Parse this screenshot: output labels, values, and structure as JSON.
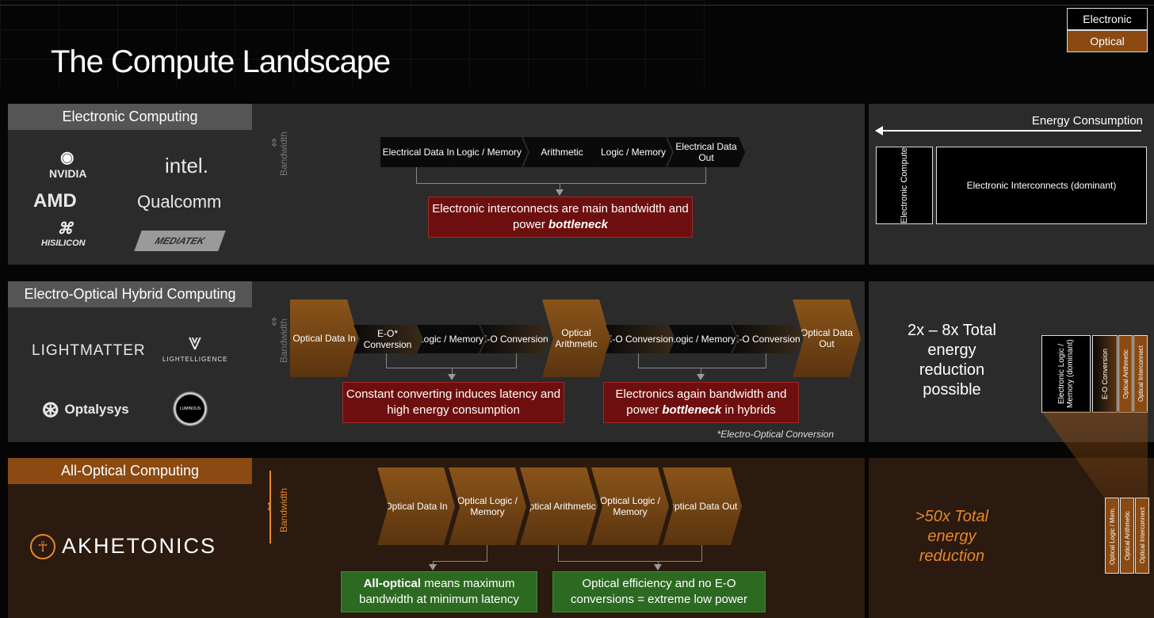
{
  "title": "The Compute Landscape",
  "legend": {
    "electronic": "Electronic",
    "optical": "Optical"
  },
  "colors": {
    "accent_orange": "#8a4a12",
    "red_note": "#6e0f0f",
    "green_note": "#2c6a22"
  },
  "bandwidth_label": "Bandwidth",
  "electronic": {
    "label": "Electronic Computing",
    "logos": [
      "NVIDIA",
      "intel.",
      "AMD",
      "Qualcomm",
      "HISILICON",
      "MEDIATEK"
    ],
    "pipeline": [
      "Electrical Data In",
      "Logic / Memory",
      "Arithmetic",
      "Logic / Memory",
      "Electrical Data Out"
    ],
    "note_pre": "Electronic interconnects are main bandwidth and power ",
    "note_em": "bottleneck"
  },
  "hybrid": {
    "label": "Electro-Optical Hybrid Computing",
    "logos": [
      "LIGHTMATTER",
      "LIGHTELLIGENCE",
      "Optalysys",
      "LUMINOUS"
    ],
    "pipeline": [
      "Optical Data In",
      "E-O* Conversion",
      "Logic / Memory",
      "E-O Conversion",
      "Optical Arithmetic",
      "E-O Conversion",
      "Logic / Memory",
      "E-O Conversion",
      "Optical Data Out"
    ],
    "note1": "Constant converting induces latency and high energy consumption",
    "note2_pre": "Electronics again bandwidth and power ",
    "note2_em": "bottleneck",
    "note2_post": " in hybrids",
    "footnote": "*Electro-Optical Conversion"
  },
  "optical": {
    "label": "All-Optical Computing",
    "logo": "AKHETONICS",
    "pipeline": [
      "Optical Data In",
      "Optical Logic / Memory",
      "Optical Arithmetic",
      "Optical Logic / Memory",
      "Optical Data Out"
    ],
    "note1_strong": "All-optical",
    "note1_rest": " means maximum bandwidth at minimum latency",
    "note2": "Optical efficiency and no E-O conversions = extreme low power"
  },
  "energy": {
    "header": "Energy Consumption",
    "electronic_compute": "Electronic Compute",
    "electronic_interconnects": "Electronic Interconnects (dominant)",
    "hybrid_text": "2x – 8x Total energy reduction possible",
    "hybrid_bars": [
      "Electronic Logic / Memory (dominant)",
      "E-O Conversion",
      "Optical Arithmetic",
      "Optical Interconnect"
    ],
    "optical_text": ">50x Total energy reduction",
    "optical_bars": [
      "Optical Logic / Mem.",
      "Optical Arithmetic",
      "Optical Interconnect"
    ]
  }
}
